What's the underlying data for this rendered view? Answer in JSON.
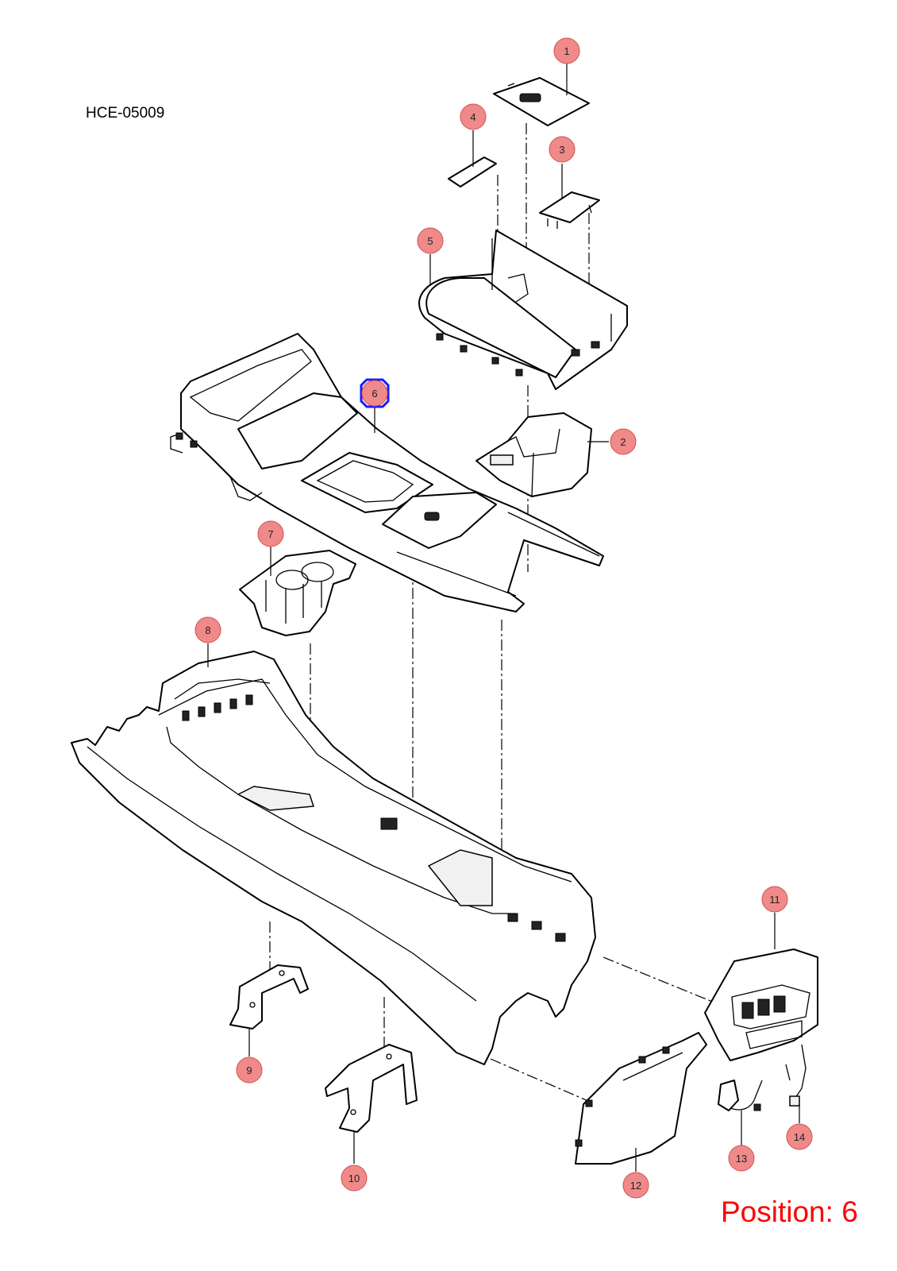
{
  "drawing_code": "HCE-05009",
  "position_label": "Position: 6",
  "selected_callout": "6",
  "colors": {
    "callout_fill": "#f08a8a",
    "callout_stroke": "#d05050",
    "highlight": "#1a1aff",
    "position_text": "#ff0000"
  },
  "callouts": [
    {
      "id": "1",
      "label": "1"
    },
    {
      "id": "2",
      "label": "2"
    },
    {
      "id": "3",
      "label": "3"
    },
    {
      "id": "4",
      "label": "4"
    },
    {
      "id": "5",
      "label": "5"
    },
    {
      "id": "6",
      "label": "6"
    },
    {
      "id": "7",
      "label": "7"
    },
    {
      "id": "8",
      "label": "8"
    },
    {
      "id": "9",
      "label": "9"
    },
    {
      "id": "10",
      "label": "10"
    },
    {
      "id": "11",
      "label": "11"
    },
    {
      "id": "12",
      "label": "12"
    },
    {
      "id": "13",
      "label": "13"
    },
    {
      "id": "14",
      "label": "14"
    }
  ]
}
